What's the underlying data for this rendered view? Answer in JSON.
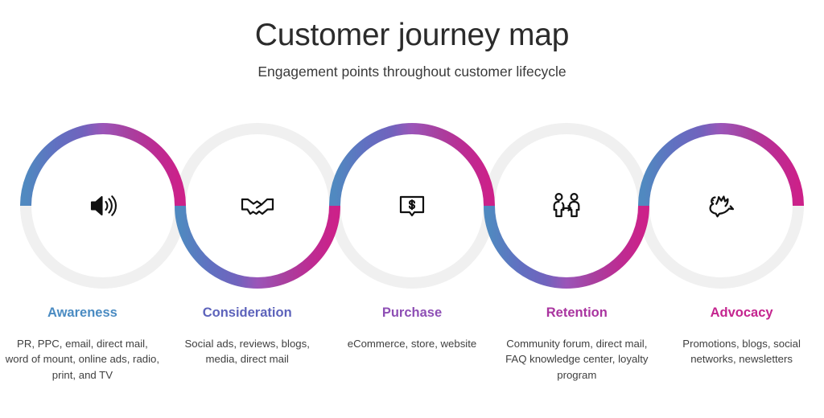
{
  "header": {
    "title": "Customer journey map",
    "subtitle": "Engagement points throughout customer lifecycle"
  },
  "colors": {
    "background": "#ffffff",
    "ring_track": "#f0f0f0",
    "title_text": "#2b2b2b",
    "body_text": "#3f3f3f",
    "icon": "#111111",
    "stage_1": "#5089c0",
    "stage_2": "#6b6fc0",
    "stage_3": "#9b55b8",
    "stage_4": "#a03c9e",
    "stage_5": "#c4258f",
    "gradient_start": "#5089c0",
    "gradient_end": "#cc2189"
  },
  "stages": [
    {
      "label": "Awareness",
      "label_color": "#4a8bc2",
      "description": "PR, PPC, email, direct mail, word of mount, online ads, radio, print, and TV",
      "icon": "speaker-icon",
      "arc_color": "#5089c0",
      "arc_position": "top"
    },
    {
      "label": "Consideration",
      "label_color": "#5d63bb",
      "description": "Social ads, reviews, blogs, media, direct mail",
      "icon": "handshake-icon",
      "arc_color": "#6b6fc0",
      "arc_position": "bottom"
    },
    {
      "label": "Purchase",
      "label_color": "#8e4fb5",
      "description": "eCommerce, store, website",
      "icon": "money-message-icon",
      "arc_color": "#9b55b8",
      "arc_position": "top"
    },
    {
      "label": "Retention",
      "label_color": "#a9349f",
      "description": "Community forum, direct mail, FAQ knowledge center, loyalty program",
      "icon": "people-referral-icon",
      "arc_color": "#a03c9e",
      "arc_position": "bottom"
    },
    {
      "label": "Advocacy",
      "label_color": "#c4258f",
      "description": "Promotions, blogs, social networks, newsletters",
      "icon": "dove-icon",
      "arc_color": "#c4258f",
      "arc_position": "top"
    }
  ]
}
